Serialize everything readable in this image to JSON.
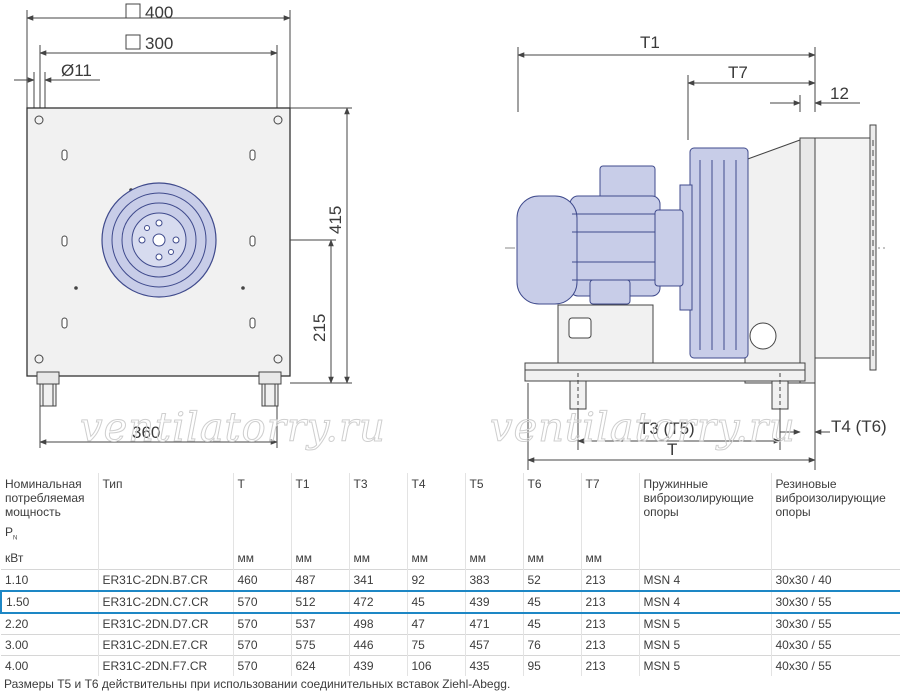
{
  "drawing": {
    "front_view": {
      "dim_width_outer": "400",
      "dim_width_inner": "300",
      "dim_hole": "Ø11",
      "dim_height_total": "415",
      "dim_height_axis": "215",
      "dim_base": "360"
    },
    "side_view": {
      "dim_t1": "T1",
      "dim_t7": "T7",
      "dim_12": "12",
      "dim_t3t5": "T3 (T5)",
      "dim_t": "T",
      "dim_t4t6": "T4 (T6)"
    },
    "watermark": "ventilatorry.ru",
    "colors": {
      "fan_blue": "#c8cde8",
      "fan_stroke": "#3f4a8c",
      "plate": "#f1f1f1",
      "line": "#444444"
    }
  },
  "table": {
    "headers": [
      {
        "label": "Номинальная потребляемая мощность",
        "sub": "P",
        "sub_index": "N",
        "unit": "кВт"
      },
      {
        "label": "Тип",
        "unit": ""
      },
      {
        "label": "T",
        "unit": "мм"
      },
      {
        "label": "T1",
        "unit": "мм"
      },
      {
        "label": "T3",
        "unit": "мм"
      },
      {
        "label": "T4",
        "unit": "мм"
      },
      {
        "label": "T5",
        "unit": "мм"
      },
      {
        "label": "T6",
        "unit": "мм"
      },
      {
        "label": "T7",
        "unit": "мм"
      },
      {
        "label": "Пружинные виброизолирующие опоры",
        "unit": ""
      },
      {
        "label": "Резиновые виброизолирующие опоры",
        "unit": ""
      }
    ],
    "rows": [
      [
        "1.10",
        "ER31C-2DN.B7.CR",
        "460",
        "487",
        "341",
        "92",
        "383",
        "52",
        "213",
        "MSN 4",
        "30x30 / 40"
      ],
      [
        "1.50",
        "ER31C-2DN.C7.CR",
        "570",
        "512",
        "472",
        "45",
        "439",
        "45",
        "213",
        "MSN 4",
        "30x30 / 55"
      ],
      [
        "2.20",
        "ER31C-2DN.D7.CR",
        "570",
        "537",
        "498",
        "47",
        "471",
        "45",
        "213",
        "MSN 5",
        "30x30 / 55"
      ],
      [
        "3.00",
        "ER31C-2DN.E7.CR",
        "570",
        "575",
        "446",
        "75",
        "457",
        "76",
        "213",
        "MSN 5",
        "40x30 / 55"
      ],
      [
        "4.00",
        "ER31C-2DN.F7.CR",
        "570",
        "624",
        "439",
        "106",
        "435",
        "95",
        "213",
        "MSN 5",
        "40x30 / 55"
      ]
    ],
    "highlighted_row": 1,
    "highlight_color": "#1d87c5"
  },
  "footnote": "Размеры T5 и T6 действительны при использовании соединительных вставок Ziehl-Abegg."
}
